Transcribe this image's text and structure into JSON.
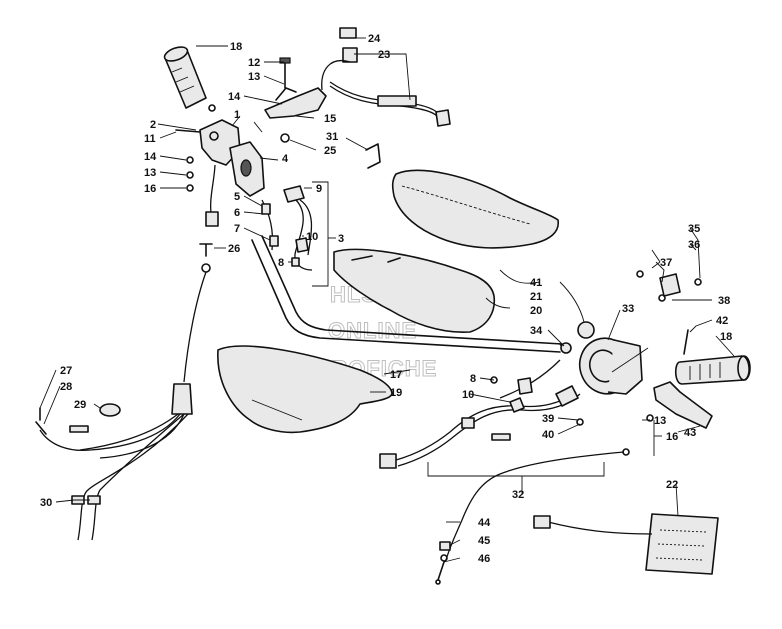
{
  "watermark": {
    "line1": "HLSM'S",
    "line2": "ONLINE",
    "line3": "MICROFICHE"
  },
  "callouts": [
    {
      "id": "c18a",
      "text": "18"
    },
    {
      "id": "c12a",
      "text": "12"
    },
    {
      "id": "c13a",
      "text": "13"
    },
    {
      "id": "c14a",
      "text": "14"
    },
    {
      "id": "c1",
      "text": "1"
    },
    {
      "id": "c2",
      "text": "2"
    },
    {
      "id": "c11",
      "text": "11"
    },
    {
      "id": "c14b",
      "text": "14"
    },
    {
      "id": "c13b",
      "text": "13"
    },
    {
      "id": "c16a",
      "text": "16"
    },
    {
      "id": "c15",
      "text": "15"
    },
    {
      "id": "c25",
      "text": "25"
    },
    {
      "id": "c31",
      "text": "31"
    },
    {
      "id": "c4",
      "text": "4"
    },
    {
      "id": "c9",
      "text": "9"
    },
    {
      "id": "c5",
      "text": "5"
    },
    {
      "id": "c6",
      "text": "6"
    },
    {
      "id": "c7",
      "text": "7"
    },
    {
      "id": "c10a",
      "text": "10"
    },
    {
      "id": "c3",
      "text": "3"
    },
    {
      "id": "c8a",
      "text": "8"
    },
    {
      "id": "c24",
      "text": "24"
    },
    {
      "id": "c23",
      "text": "23"
    },
    {
      "id": "c26",
      "text": "26"
    },
    {
      "id": "c41",
      "text": "41"
    },
    {
      "id": "c21",
      "text": "21"
    },
    {
      "id": "c20",
      "text": "20"
    },
    {
      "id": "c35",
      "text": "35"
    },
    {
      "id": "c36",
      "text": "36"
    },
    {
      "id": "c37",
      "text": "37"
    },
    {
      "id": "c38",
      "text": "38"
    },
    {
      "id": "c33",
      "text": "33"
    },
    {
      "id": "c34",
      "text": "34"
    },
    {
      "id": "c42",
      "text": "42"
    },
    {
      "id": "c18b",
      "text": "18"
    },
    {
      "id": "c8b",
      "text": "8"
    },
    {
      "id": "c17",
      "text": "17"
    },
    {
      "id": "c19",
      "text": "19"
    },
    {
      "id": "c10b",
      "text": "10"
    },
    {
      "id": "c39",
      "text": "39"
    },
    {
      "id": "c40",
      "text": "40"
    },
    {
      "id": "c43",
      "text": "43"
    },
    {
      "id": "c13c",
      "text": "13"
    },
    {
      "id": "c16b",
      "text": "16"
    },
    {
      "id": "c27",
      "text": "27"
    },
    {
      "id": "c28",
      "text": "28"
    },
    {
      "id": "c29",
      "text": "29"
    },
    {
      "id": "c30",
      "text": "30"
    },
    {
      "id": "c32",
      "text": "32"
    },
    {
      "id": "c22",
      "text": "22"
    },
    {
      "id": "c44",
      "text": "44"
    },
    {
      "id": "c45",
      "text": "45"
    },
    {
      "id": "c46",
      "text": "46"
    }
  ]
}
